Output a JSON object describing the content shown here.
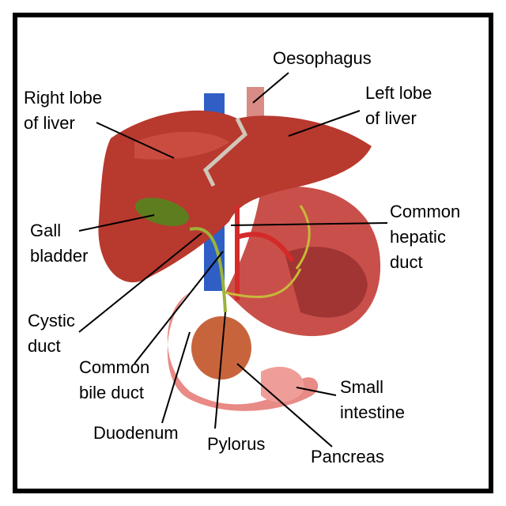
{
  "labels": {
    "oesophagus": "Oesophagus",
    "right_lobe_1": "Right lobe",
    "right_lobe_2": "of liver",
    "left_lobe_1": "Left lobe",
    "left_lobe_2": "of liver",
    "gall_1": "Gall",
    "gall_2": "bladder",
    "hepatic_1": "Common",
    "hepatic_2": "hepatic",
    "hepatic_3": "duct",
    "cystic_1": "Cystic",
    "cystic_2": "duct",
    "bile_1": "Common",
    "bile_2": "bile duct",
    "small_1": "Small",
    "small_2": "intestine",
    "duodenum": "Duodenum",
    "pylorus": "Pylorus",
    "pancreas": "Pancreas"
  },
  "colors": {
    "liver": "#b8392e",
    "stomach": "#c9504a",
    "gallbladder": "#5e7d1f",
    "vein": "#2f5fc4",
    "artery": "#d42a2a",
    "intestine": "#e88a86"
  }
}
